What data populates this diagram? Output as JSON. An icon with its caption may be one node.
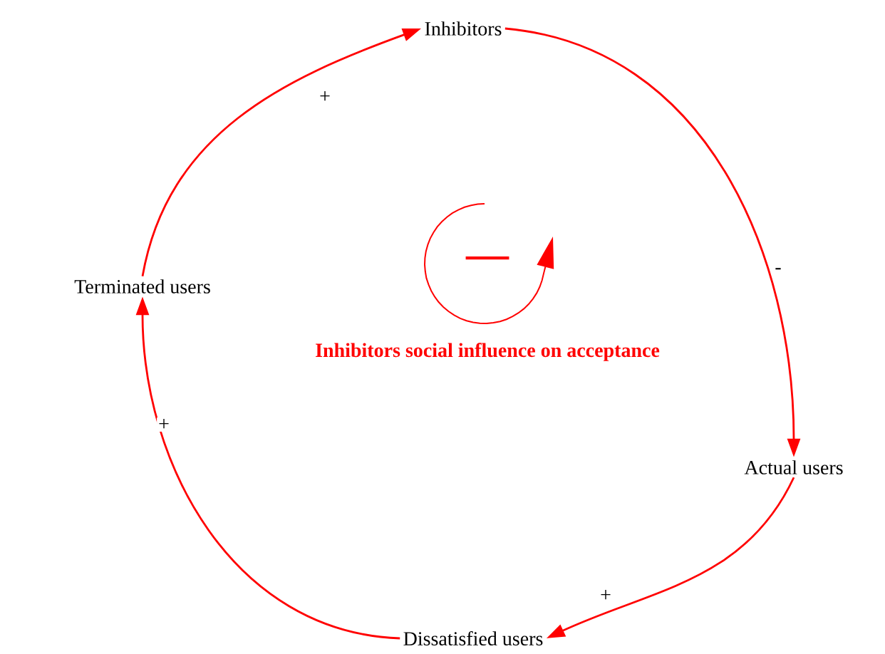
{
  "diagram": {
    "nodes": [
      {
        "text": [
          "Inhibitors"
        ]
      },
      {
        "text": [
          "Terminated users"
        ]
      },
      {
        "text": [
          "Actual users"
        ]
      },
      {
        "text": [
          "Dissatisfied users"
        ]
      }
    ],
    "edges": [
      {
        "from": 1,
        "to": 0,
        "arrow": "to",
        "label": "+"
      },
      {
        "from": 0,
        "to": 2,
        "arrow": "to",
        "label": "-"
      },
      {
        "from": 2,
        "to": 3,
        "arrow": "to",
        "label": "+"
      },
      {
        "from": 3,
        "to": 1,
        "arrow": "to",
        "label": "+"
      }
    ],
    "labels": [
      "—",
      "Inhibitors social influence on acceptance"
    ]
  }
}
